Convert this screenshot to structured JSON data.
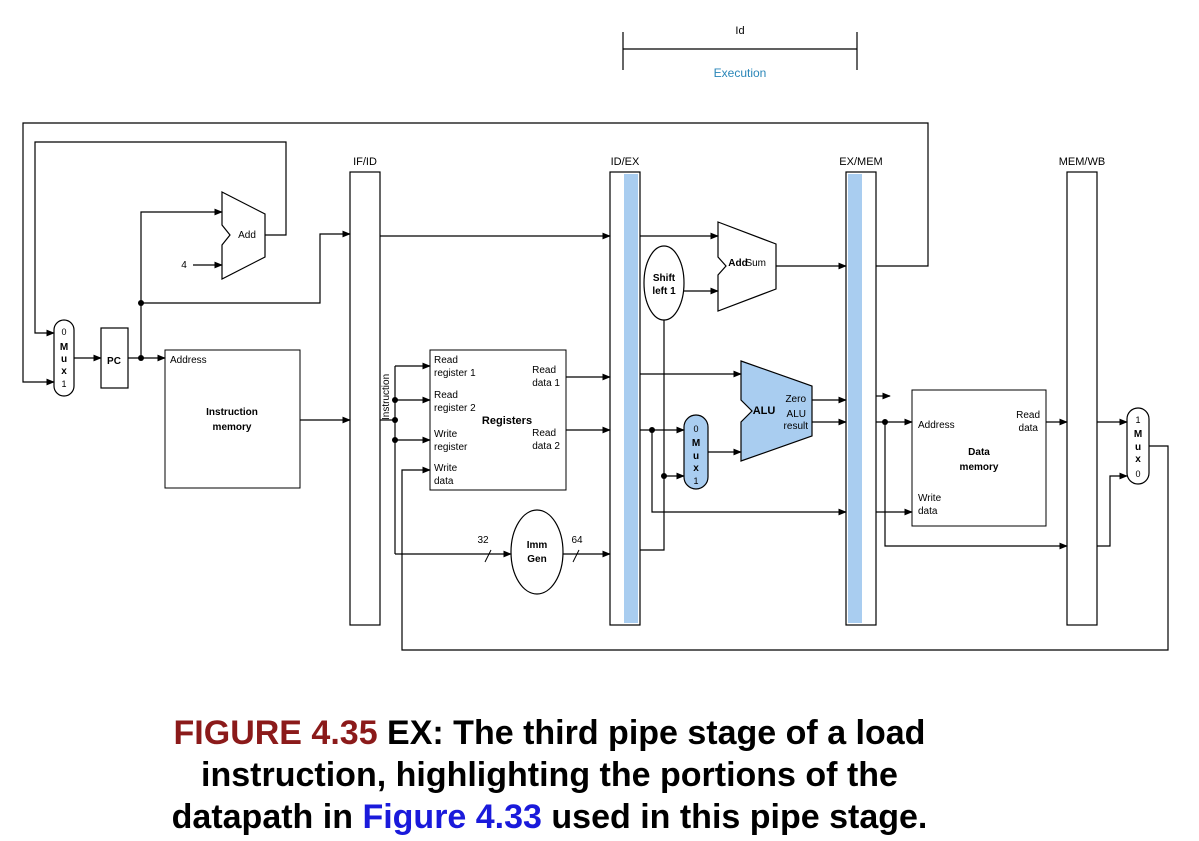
{
  "timing": {
    "top_label": "Id",
    "bottom_label": "Execution"
  },
  "registers": {
    "if_id": "IF/ID",
    "id_ex": "ID/EX",
    "ex_mem": "EX/MEM",
    "mem_wb": "MEM/WB"
  },
  "pc": {
    "label": "PC"
  },
  "mux_left": {
    "l0": "0",
    "l1": "M",
    "l2": "u",
    "l3": "x",
    "l4": "1"
  },
  "mux_alu": {
    "l0": "0",
    "l1": "M",
    "l2": "u",
    "l3": "x",
    "l4": "1"
  },
  "mux_wb": {
    "l0": "1",
    "l1": "M",
    "l2": "u",
    "l3": "x",
    "l4": "0"
  },
  "add_pc": {
    "label": "Add",
    "const": "4"
  },
  "add_branch": {
    "label": "Add",
    "sum": "Sum"
  },
  "shift": {
    "line1": "Shift",
    "line2": "left 1"
  },
  "imem": {
    "address": "Address",
    "title1": "Instruction",
    "title2": "memory"
  },
  "instruction_label": "Instruction",
  "regfile": {
    "rr1a": "Read",
    "rr1b": "register 1",
    "rr2a": "Read",
    "rr2b": "register 2",
    "wra": "Write",
    "wrb": "register",
    "wda": "Write",
    "wdb": "data",
    "rd1a": "Read",
    "rd1b": "data 1",
    "rd2a": "Read",
    "rd2b": "data 2",
    "title": "Registers"
  },
  "alu": {
    "label": "ALU",
    "zero": "Zero",
    "result1": "ALU",
    "result2": "result"
  },
  "immgen": {
    "line1": "Imm",
    "line2": "Gen",
    "in_width": "32",
    "out_width": "64"
  },
  "dmem": {
    "address": "Address",
    "read1": "Read",
    "read2": "data",
    "title1": "Data",
    "title2": "memory",
    "write1": "Write",
    "write2": "data"
  },
  "caption": {
    "number": "FIGURE 4.35",
    "text1": " EX: The third pipe stage of a load",
    "text2": "instruction, highlighting the portions of the",
    "text3a": "datapath in ",
    "link": "Figure 4.33",
    "text3b": " used in this pipe stage."
  },
  "colors": {
    "highlight": "#a9cdf0",
    "highlight_stroke": "#5a8fc4",
    "wire": "#000000",
    "caption_number": "#8b1a1a",
    "caption_link": "#1a1adb"
  }
}
